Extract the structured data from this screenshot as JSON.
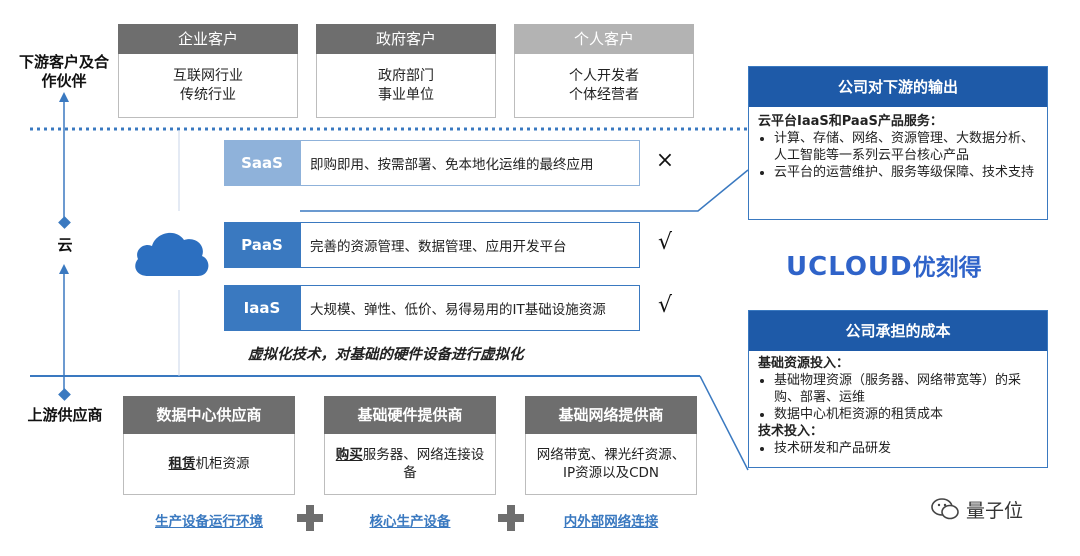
{
  "side": {
    "downstream": "下游客户及合作伙伴",
    "cloud": "云",
    "upstream": "上游供应商"
  },
  "customers": [
    {
      "title": "企业客户",
      "lines": [
        "互联网行业",
        "传统行业"
      ],
      "color": "#6e6e6e"
    },
    {
      "title": "政府客户",
      "lines": [
        "政府部门",
        "事业单位"
      ],
      "color": "#6e6e6e"
    },
    {
      "title": "个人客户",
      "lines": [
        "个人开发者",
        "个体经营者"
      ],
      "color": "#b3b3b3"
    }
  ],
  "layers": [
    {
      "tag": "SaaS",
      "desc": "即购即用、按需部署、免本地化运维的最终应用",
      "mark": "×",
      "muted": true
    },
    {
      "tag": "PaaS",
      "desc": "完善的资源管理、数据管理、应用开发平台",
      "mark": "√",
      "muted": false
    },
    {
      "tag": "IaaS",
      "desc": "大规模、弹性、低价、易得易用的IT基础设施资源",
      "mark": "√",
      "muted": false
    }
  ],
  "virtualization": "虚拟化技术，对基础的硬件设备进行虚拟化",
  "suppliers": [
    {
      "title": "数据中心供应商",
      "bold": "租赁",
      "rest": "机柜资源",
      "caption": "生产设备运行环境"
    },
    {
      "title": "基础硬件提供商",
      "bold": "购买",
      "rest": "服务器、网络连接设备",
      "caption": "核心生产设备"
    },
    {
      "title": "基础网络提供商",
      "bold": "",
      "rest": "网络带宽、裸光纤资源、IP资源以及CDN",
      "caption": "内外部网络连接"
    }
  ],
  "output_panel": {
    "title": "公司对下游的输出",
    "subtitle": "云平台IaaS和PaaS产品服务：",
    "items": [
      "计算、存储、网络、资源管理、大数据分析、人工智能等一系列云平台核心产品",
      "云平台的运营维护、服务等级保障、技术支持"
    ]
  },
  "logo": {
    "latin": "UCLOUD",
    "cn": "优刻得",
    "color": "#2f63c9"
  },
  "cost_panel": {
    "title": "公司承担的成本",
    "sections": [
      {
        "subtitle": "基础资源投入：",
        "items": [
          "基础物理资源（服务器、网络带宽等）的采购、部署、运维",
          "数据中心机柜资源的租赁成本"
        ]
      },
      {
        "subtitle": "技术投入：",
        "items": [
          "技术研发和产品研发"
        ]
      }
    ]
  },
  "watermark": "量子位",
  "colors": {
    "accent": "#3a79c0",
    "header_dark": "#1e5aa8",
    "gray": "#6e6e6e"
  }
}
